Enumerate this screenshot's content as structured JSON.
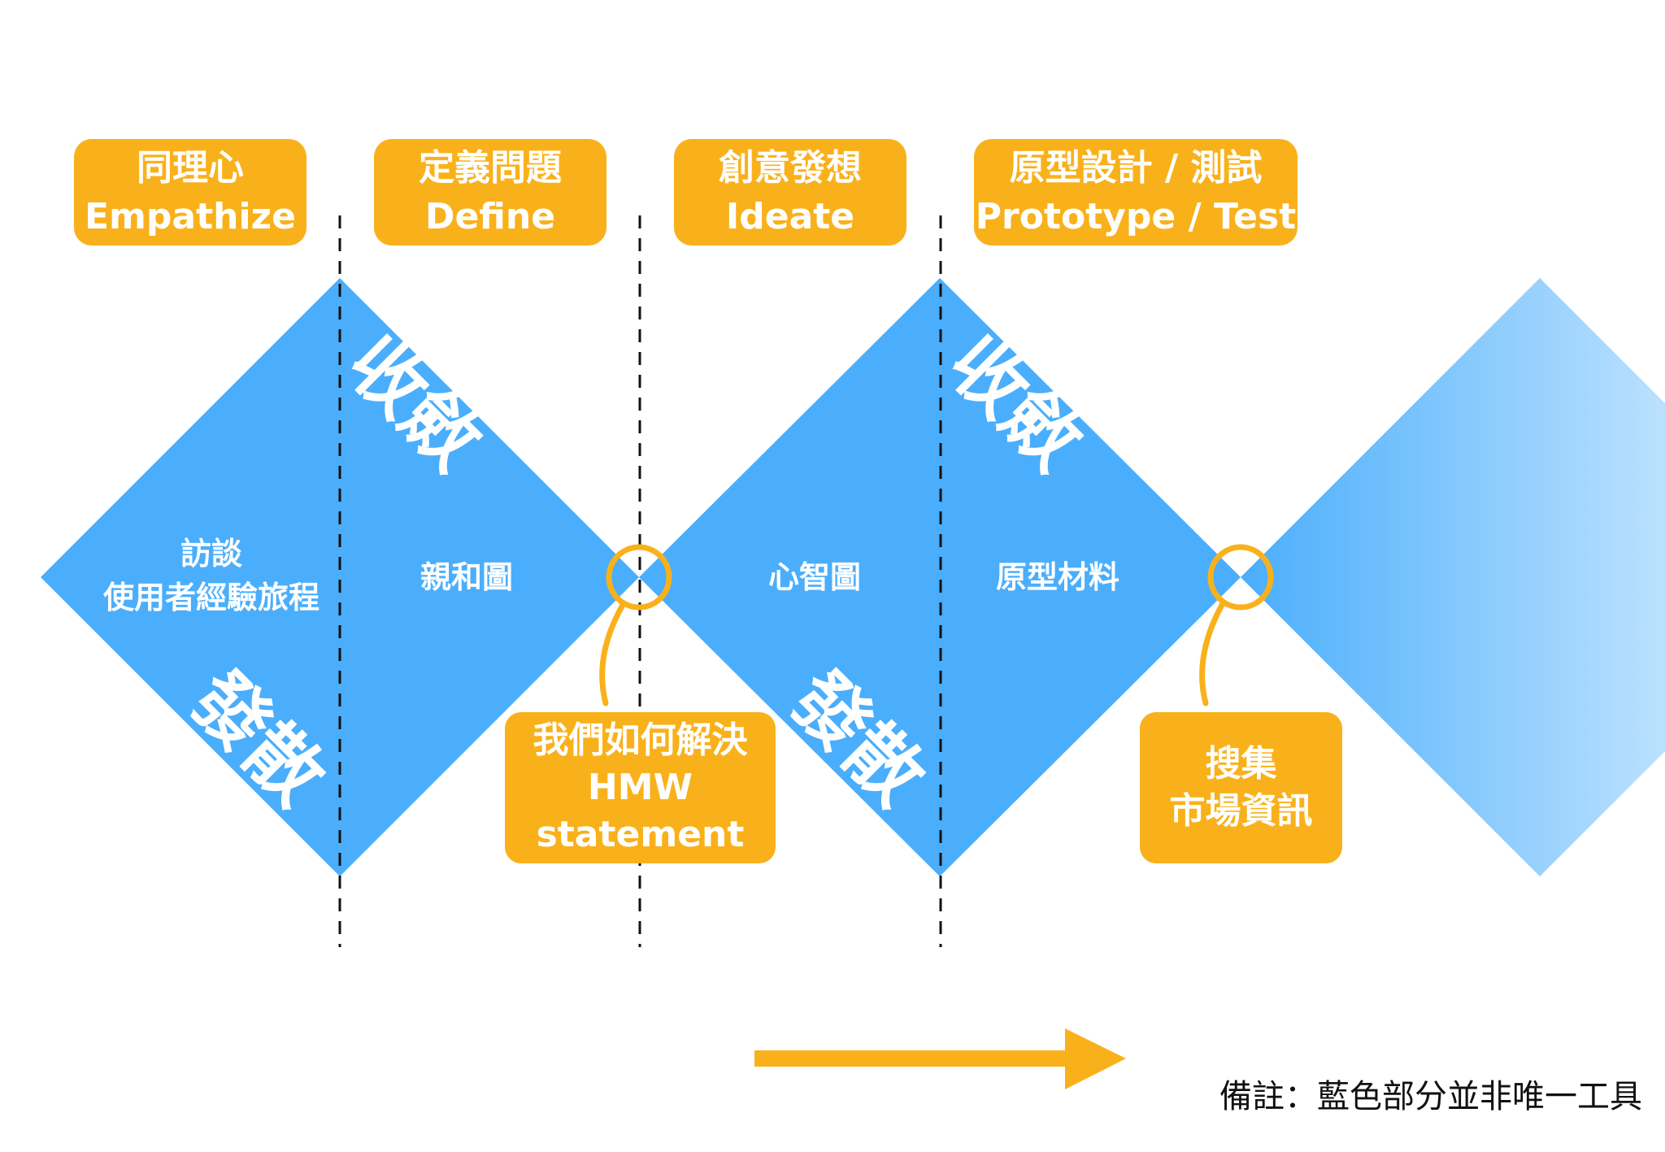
{
  "colors": {
    "diamond": "#4aaefc",
    "accent": "#f9b11b",
    "label_text": "#ffffff",
    "divider": "#111111"
  },
  "phases": [
    {
      "zh": "同理心",
      "en": "Empathize"
    },
    {
      "zh": "定義問題",
      "en": "Define"
    },
    {
      "zh": "創意發想",
      "en": "Ideate"
    },
    {
      "zh": "原型設計 / 測試",
      "en": "Prototype / Test"
    }
  ],
  "diamonds": {
    "diverge_word": "發散",
    "converge_word": "收斂",
    "tools": {
      "empathize_line1": "訪談",
      "empathize_line2": "使用者經驗旅程",
      "define": "親和圖",
      "ideate": "心智圖",
      "prototype": "原型材料"
    }
  },
  "callouts": {
    "hmw": {
      "line1": "我們如何解決",
      "line2": "HMW",
      "line3": "statement"
    },
    "market": {
      "line1": "搜集",
      "line2": "市場資訊"
    }
  },
  "arrow_icon": "right-arrow",
  "footnote": "備註：藍色部分並非唯一工具"
}
